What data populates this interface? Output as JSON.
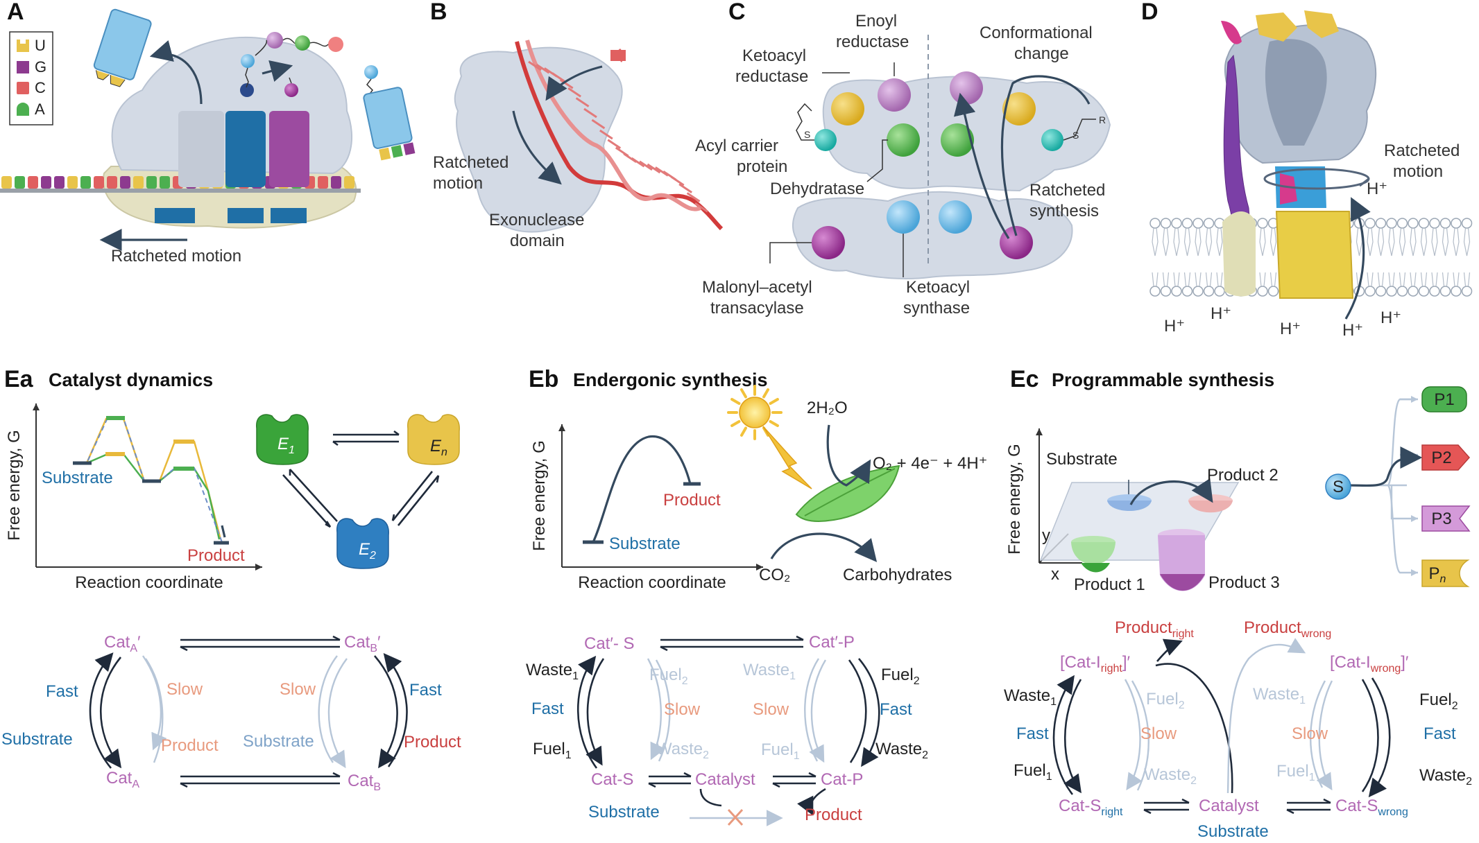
{
  "panels": {
    "a": {
      "letter": "A",
      "legend": [
        "U",
        "G",
        "C",
        "A"
      ],
      "motion": "Ratcheted motion"
    },
    "b": {
      "letter": "B",
      "motion": "Ratcheted\nmotion",
      "domain": "Exonuclease\ndomain"
    },
    "c": {
      "letter": "C",
      "enoyl": "Enoyl\nreductase",
      "ketoacyl_red": "Ketoacyl\nreductase",
      "conf": "Conformational\nchange",
      "acp": "Acyl carrier\nprotein",
      "dehyd": "Dehydratase",
      "ratch": "Ratcheted\nsynthesis",
      "mal": "Malonyl–acetyl\ntransacylase",
      "ks": "Ketoacyl\nsynthase",
      "chem_r": "R",
      "chem_s": "S"
    },
    "d": {
      "letter": "D",
      "motion": "Ratcheted\nmotion",
      "proton": "H⁺"
    },
    "ea": {
      "letter": "Ea",
      "title": "Catalyst dynamics",
      "yaxis": "Free energy, G",
      "xaxis": "Reaction coordinate",
      "substrate": "Substrate",
      "product": "Product",
      "e1": "E",
      "e1sub": "1",
      "en": "E",
      "ensub": "n",
      "e2": "E",
      "e2sub": "2"
    },
    "eb": {
      "letter": "Eb",
      "title": "Endergonic synthesis",
      "yaxis": "Free energy, G",
      "xaxis": "Reaction coordinate",
      "substrate": "Substrate",
      "product": "Product",
      "water": "2H₂O",
      "oxygen": "O₂ + 4e⁻ + 4H⁺",
      "co2": "CO₂",
      "carbs": "Carbohydrates"
    },
    "ec": {
      "letter": "Ec",
      "title": "Programmable synthesis",
      "yaxis": "Free energy, G",
      "substrate": "Substrate",
      "p1": "Product 1",
      "p2": "Product 2",
      "p3": "Product 3",
      "y": "y",
      "x": "x",
      "s": "S",
      "tags": [
        "P1",
        "P2",
        "P3",
        "P"
      ],
      "tag_n": "n"
    }
  },
  "cycles": {
    "ea": {
      "catAp": "Cat",
      "catAp_sub": "A",
      "catAp_prime": "′",
      "catBp": "Cat",
      "catBp_sub": "B",
      "catBp_prime": "′",
      "catA": "Cat",
      "catA_sub": "A",
      "catB": "Cat",
      "catB_sub": "B",
      "fast": "Fast",
      "slow": "Slow",
      "substrate": "Substrate",
      "product": "Product"
    },
    "eb": {
      "cs": "Cat′- S",
      "cp": "Cat′-P",
      "cat_s": "Cat-S",
      "catalyst": "Catalyst",
      "cat_p": "Cat-P",
      "waste": "Waste",
      "fuel": "Fuel",
      "fast": "Fast",
      "slow": "Slow",
      "substrate": "Substrate",
      "product": "Product",
      "sub1": "1",
      "sub2": "2"
    },
    "ec": {
      "prod_right": "Product",
      "right": "right",
      "prod_wrong": "Product",
      "wrong": "wrong",
      "cir": "[Cat-I",
      "ciw": "[Cat-I",
      "close": "]′",
      "csr": "Cat-S",
      "csw": "Cat-S",
      "catalyst": "Catalyst",
      "substrate": "Substrate",
      "waste": "Waste",
      "fuel": "Fuel",
      "fast": "Fast",
      "slow": "Slow",
      "sub1": "1",
      "sub2": "2"
    }
  },
  "colors": {
    "purple": "#b168b3",
    "blue": "#1f6fa6",
    "orange": "#e89a7e",
    "red": "#c94040",
    "dark": "#34495e",
    "light": "#b7c6d8",
    "green": "#4caf50",
    "yellow": "#e8c44a"
  }
}
